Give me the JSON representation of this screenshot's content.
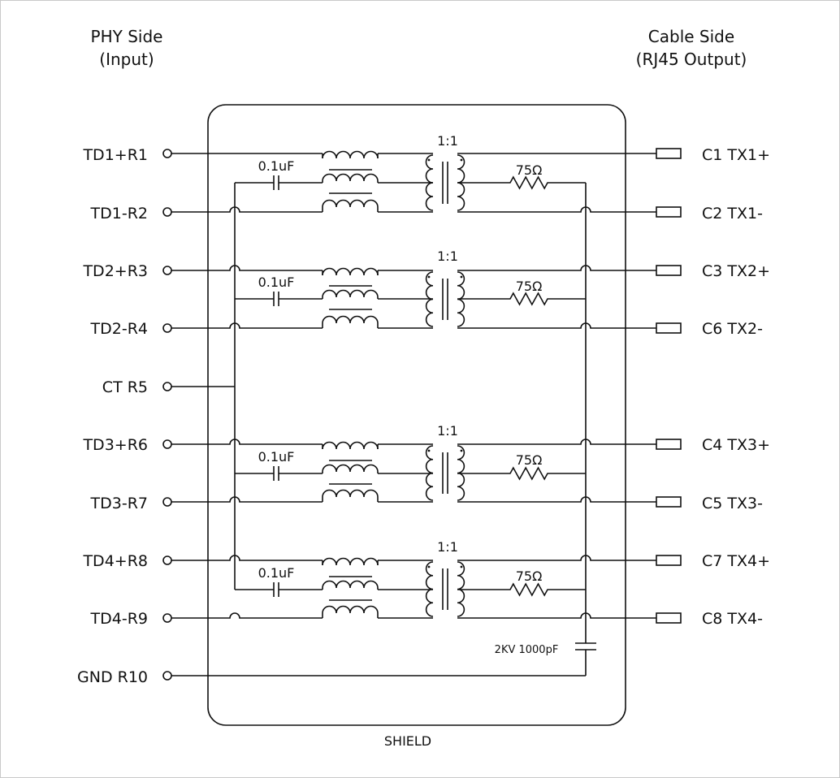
{
  "header": {
    "phy_title": "PHY Side",
    "phy_sub": "(Input)",
    "cable_title": "Cable Side",
    "cable_sub": "(RJ45 Output)"
  },
  "phy_pins": [
    "TD1+R1",
    "TD1-R2",
    "TD2+R3",
    "TD2-R4",
    "CT R5",
    "TD3+R6",
    "TD3-R7",
    "TD4+R8",
    "TD4-R9",
    "GND R10"
  ],
  "cable_pins": [
    "C1 TX1+",
    "C2 TX1-",
    "C3 TX2+",
    "C6 TX2-",
    "C4 TX3+",
    "C5 TX3-",
    "C7 TX4+",
    "C8 TX4-"
  ],
  "channel_labels": {
    "capacitor": "0.1uF",
    "ratio": "1:1",
    "resistor": "75Ω"
  },
  "hv_cap_label": "2KV 1000pF",
  "shield_label": "SHIELD"
}
